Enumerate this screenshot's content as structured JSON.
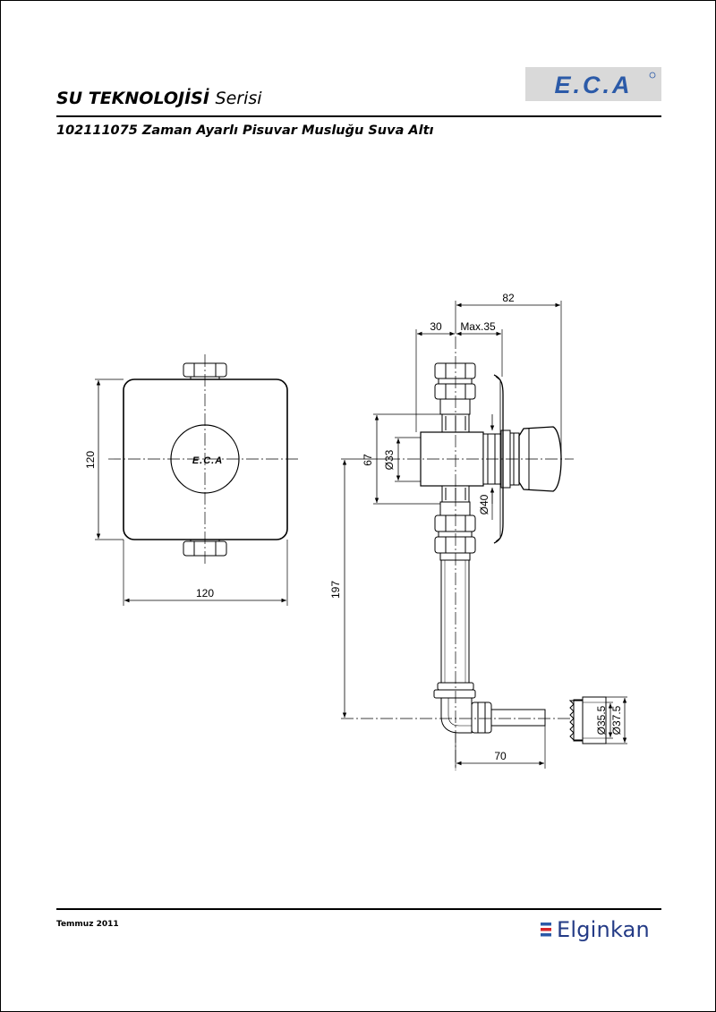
{
  "header": {
    "series_title_bold": "SU TEKNOLOJİSİ",
    "series_title_suffix": "Serisi",
    "product_title": "102111075 Zaman Ayarlı Pisuvar Musluğu Suva Altı",
    "brand_logo_text": "E.C.A",
    "brand_logo_color": "#2b5aa8"
  },
  "drawing": {
    "front_view": {
      "logo_text": "E.C.A",
      "width_label": "120",
      "height_label": "120"
    },
    "side_view": {
      "overall_depth_label": "82",
      "body_label": "30",
      "wall_label": "Max.35",
      "flange_height_label": "67",
      "body_diameter_label": "Ø33",
      "outlet_diameter_label": "Ø40",
      "drop_height_label": "197",
      "outlet_length_label": "70",
      "thread_inner_label": "Ø35.5",
      "thread_outer_label": "Ø37.5"
    }
  },
  "footer": {
    "date": "Temmuz 2011",
    "company": "Elginkan",
    "company_color": "#243b86",
    "stripe_colors": [
      "#2b5aa8",
      "#d6252a",
      "#2b5aa8"
    ]
  }
}
